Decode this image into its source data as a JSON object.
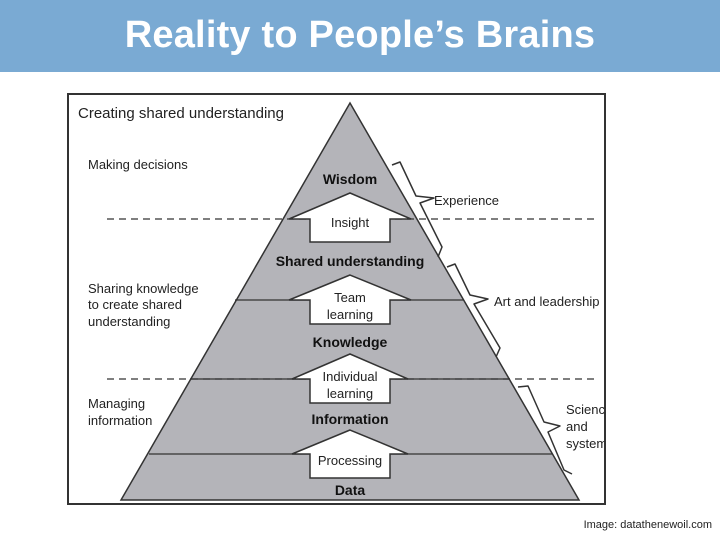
{
  "slide": {
    "title": "Reality to People’s Brains",
    "credit": "Image: datathenewoil.com"
  },
  "diagram": {
    "heading": "Creating shared understanding",
    "levels": [
      "Wisdom",
      "Shared understanding",
      "Knowledge",
      "Information",
      "Data"
    ],
    "transitions": [
      {
        "line1": "Insight",
        "line2": ""
      },
      {
        "line1": "Team",
        "line2": "learning"
      },
      {
        "line1": "Individual",
        "line2": "learning"
      },
      {
        "line1": "Processing",
        "line2": ""
      }
    ],
    "left_labels": {
      "making_decisions": "Making decisions",
      "sharing": [
        "Sharing knowledge",
        "to create shared",
        "understanding"
      ],
      "managing": [
        "Managing",
        "information"
      ]
    },
    "right_labels": {
      "experience": "Experience",
      "art": "Art and leadership",
      "science": [
        "Science",
        "and",
        "systems"
      ]
    },
    "colors": {
      "pyramid_fill": "#b4b4b9",
      "outline": "#333333",
      "arrow_fill": "#ffffff"
    }
  }
}
